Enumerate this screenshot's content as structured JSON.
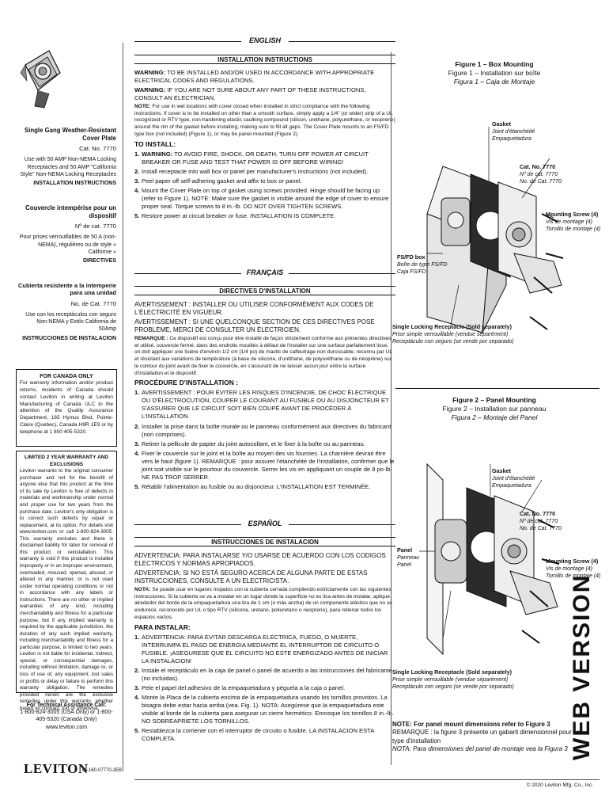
{
  "header": {
    "english": "ENGLISH",
    "francais": "FRANÇAIS",
    "espanol": "ESPAÑOL"
  },
  "english": {
    "title": "INSTALLATION INSTRUCTIONS",
    "w1_label": "WARNING:",
    "w1_text": "TO BE INSTALLED AND/OR USED IN ACCORDANCE WITH APPROPRIATE ELECTRICAL CODES AND REGULATIONS.",
    "w2_label": "WARNING:",
    "w2_text": "IF YOU ARE NOT SURE ABOUT ANY PART OF THESE INSTRUCTIONS, CONSULT AN ELECTRICIAN.",
    "note_label": "NOTE:",
    "note_text": "For use in wet locations with cover closed when installed in strict compliance with the following instructions. If cover is to be installed on other than a smooth surface, simply apply a 1/4\" (or wider) strip of a UL recognized or RTV type, non-hardening elastic caulking compound (silicon, urethane, polyurethane, or neoprene) around the rim of the gasket before installing, making sure to fill all gaps. The Cover Plate mounts to an FS/FD type box (not included) (Figure 1), or may be panel mounted (Figure 2).",
    "to_install": "TO INSTALL:",
    "s1_n": "1.",
    "s1_label": "WARNING:",
    "s1_text": "TO AVOID FIRE, SHOCK, OR DEATH; TURN OFF POWER AT CIRCUIT BREAKER OR FUSE AND TEST THAT POWER IS OFF BEFORE WIRING!",
    "s2_n": "2.",
    "s2_text": "Install receptacle into wall box or panel per manufacturer's instructions (not included).",
    "s3_n": "3.",
    "s3_text": "Peel paper off self-adhering gasket and affix to box or panel.",
    "s4_n": "4.",
    "s4_text": "Mount the Cover Plate on top of gasket using screws provided. Hinge should be facing up (refer to Figure 1). NOTE: Make sure the gasket is visible around the edge of cover to ensure proper seal. Torque screws to 8 in.-lb. DO NOT OVER TIGHTEN SCREWS.",
    "s5_n": "5.",
    "s5_text": "Restore power at circuit breaker or fuse. INSTALLATION IS COMPLETE."
  },
  "french": {
    "title": "DIRECTIVES D'INSTALLATION",
    "a1": "AVERTISSEMENT : INSTALLER OU UTILISER CONFORMÉMENT AUX CODES DE L'ÉLECTRICITÉ EN VIGUEUR.",
    "a2": "AVERTISSEMENT : SI UNE QUELCONQUE SECTION DE CES DIRECTIVES POSE PROBLÈME, MERCI DE CONSULTER UN ÉLECTRICIEN.",
    "rem_label": "REMARQUE :",
    "rem_text": "Ce dispositif est conçu pour être installé de façon strictement conforme aux présentes directives et utilisé, couvercle fermé, dans des endroits mouillés à défaut de l'installer sur une surface parfaitement lisse, on doit appliquer une lisière d'environ 1/2 cm (1/4 po) de mastic de calfeutrage non durcissable, reconnu par UL et résistant aux variations de température (à base de silicone, d'uréthane, de polyuréthane ou de néoprène) sur le contour du joint avant de fixer le couvercle, en s'assurant de ne laisser aucun jour entre la surface d'installation et le dispositif.",
    "proc": "PROCÉDURE D'INSTALLATION :",
    "s1_n": "1.",
    "s1_text": "AVERTISSEMENT : POUR ÉVITER LES RISQUES D'INCENDIE, DE CHOC ÉLECTRIQUE OU D'ÉLECTROCUTION, COUPER LE COURANT AU FUSIBLE OU AU DISJONCTEUR ET S'ASSURER QUE LE CIRCUIT SOIT BIEN COUPÉ AVANT DE PROCÉDER À L'INSTALLATION.",
    "s2_n": "2.",
    "s2_text": "Installer la prise dans la boîte murale ou le panneau conformément aux directives du fabricant (non comprises).",
    "s3_n": "3.",
    "s3_text": "Retirer la pellicule de papier du joint autocollant, et le fixer à la boîte ou au panneau.",
    "s4_n": "4.",
    "s4_text": "Fixer le couvercle sur le joint et la boîte au moyen des vis fournies. La charnière devrait être vers le haut (figure 1). REMARQUE : pour assurer l'étanchéité de l'installation, confirmer que le joint soit visible sur le pourtour du couvercle. Serrer les vis en appliquant un couple de 8 po-lb. NE PAS TROP SERRER.",
    "s5_n": "5.",
    "s5_text": "Rétablir l'alimentation au fusible ou au disjoncteur. L'INSTALLATION EST TERMINÉE."
  },
  "spanish": {
    "title": "INSTRUCCIONES DE INSTALACION",
    "a1": "ADVERTENCIA: PARA INSTALARSE Y/O USARSE DE ACUERDO CON LOS CODIGOS ELECTRICOS Y NORMAS APROPIADOS.",
    "a2": "ADVERTENCIA: SI NO ESTÁ SEGURO ACERCA DE ALGUNA PARTE DE ESTAS INSTRUCCIONES, CONSULTE A UN ELECTRICISTA.",
    "nota_label": "NOTA:",
    "nota_text": "Se puede usar en lugares mojados con la cubierta cerrada cumpliendo estrictamente con las siguientes instrucciones. Si la cubierta se va a instalar en un lugar donde la superficie no es lisa antes de instalar, aplique alrededor del borde de la empaquetadura una tira de 1 cm (o más ancha) de un componente elástico que no se endurece, reconocido por UL o tipo RTV (silicona, uretano, poliuretano o neopreno), para rellenar todos los espacios vacíos.",
    "para": "PARA INSTALAR:",
    "s1_n": "1.",
    "s1_text": "ADVERTENCIA: PARA EVITAR DESCARGA ELECTRICA, FUEGO, O MUERTE, INTERRUMPA EL PASO DE ENERGIA MEDIANTE EL INTERRUPTOR DE CIRCUITO O FUSIBLE. ¡ASEGURESE QUE EL CIRCUITO NO ESTE ENERGIZADO ANTES DE INICIAR LA INSTALACION!",
    "s2_n": "2.",
    "s2_text": "Instale el receptáculo en la caja de panel o panel de acuerdo a las instrucciones del fabricante (no incluidas).",
    "s3_n": "3.",
    "s3_text": "Pele el papel del adhesivo de la empaquetadura y péguela a la caja o panel.",
    "s4_n": "4.",
    "s4_text": "Monte la Placa de la cubierta encima de la empaquetadura usando los tornillos provistos. La bisagra debe estar hacia arriba (vea. Fig. 1). NOTA: Asegúrese que la empaquetadura este visible al borde de la cubierta para asegurar un cierre hermético. Enrosque los tornillos 8 in.-lb. NO SOBREAPRIETE LOS TORNILLOS.",
    "s5_n": "5.",
    "s5_text": "Restablezca la corriente con el interruptor de circuito o fusible. LA INSTALACION ESTA COMPLETA."
  },
  "left": {
    "en_title": "Single Gang Weather-Resistant Cover Plate",
    "en_cat": "Cat. No. 7770",
    "en_use": "Use with 50 AMP Non-NEMA Locking Receptacles and 50 AMP \"California Style\" Non-NEMA Locking Receptacles",
    "en_inst": "INSTALLATION INSTRUCTIONS",
    "fr_title": "Couvercle intempérise pour un dispositif",
    "fr_cat": "Nº de cat. 7770",
    "fr_use": "Pour prises verrouillables de 50 A (non-NEMA), réguliéres ou de style « Californie »",
    "fr_inst": "DIRECTIVES",
    "es_title": "Cubierta resistente a la intemperie para una unidad",
    "es_cat": "No. de Cat. 7770",
    "es_use": "Use con los receptáculos con seguro Non-NEMA y Estilo California de 50Amp",
    "es_inst": "INSTRUCCIONES DE INSTALACION",
    "canada_title": "FOR CANADA ONLY",
    "canada_text": "For warranty information and/or product returns, residents of Canada should contact Leviton in writing at Leviton Manufacturing of Canada ULC to the attention of the Quality Assurance Department, 165 Hymus Blvd, Pointe-Claire (Quebec), Canada H9R 1E9 or by telephone at 1 800 405-5320.",
    "warranty_title": "LIMITED 2 YEAR WARRANTY AND EXCLUSIONS",
    "warranty_text": "Leviton warrants to the original consumer purchaser and not for the benefit of anyone else that this product at the time of its sale by Leviton is free of defects in materials and workmanship under normal and proper use for two years from the purchase date. Leviton's only obligation is to correct such defects by repair or replacement, at its option. For details visit www.leviton.com or call 1-800-824-3005. This warranty excludes and there is disclaimed liability for labor for removal of this product or reinstallation. This warranty is void if this product is installed improperly or in an improper environment, overloaded, misused, opened, abused, or altered in any manner, or is not used under normal operating conditions or not in accordance with any labels or instructions. There are no other or implied warranties of any kind, including merchantability and fitness for a particular purpose, but if any implied warranty is required by the applicable jurisdiction, the duration of any such implied warranty, including merchantability and fitness for a particular purpose, is limited to two years. Leviton is not liable for incidental, indirect, special, or consequential damages, including without limitation, damage to, or loss of use of, any equipment, lost sales or profits or delay or failure to perform this warranty obligation. The remedies provided herein are the exclusive remedies under this warranty, whether based on contract, tort or otherwise.",
    "tech_title": "For Technical Assistance Call:",
    "tech_text": "1-800-824-3005 (USA Only) or 1-800-405-5320 (Canada Only) www.leviton.com",
    "logo": "LEVITON",
    "docnum": "DI-160-07770-2EB"
  },
  "fig1": {
    "t1": "Figure 1 – Box Mounting",
    "t2": "Figure 1 – Installation sur boîte",
    "t3": "Figura 1 – Caja de Montaje",
    "gasket": [
      "Gasket",
      "Joint d'étanchéité",
      "Empaquetadura"
    ],
    "cat": [
      "Cat. No. 7770",
      "Nº de cat. 7770",
      "No. de Cat. 7770"
    ],
    "screw": [
      "Mounting Screw (4)",
      "Vis de montage (4)",
      "Tornillo de montaje (4)"
    ],
    "box": [
      "FS/FD box",
      "Boîte de type FS/FD",
      "Caja FS/FD"
    ],
    "recept": [
      "Single Locking Receptacle (Sold separately)",
      "Prise simple verrouillable (vendue séparément)",
      "Receptáculo con seguro (se vende por separado)"
    ]
  },
  "fig2": {
    "t1": "Figure 2 – Panel Mounting",
    "t2": "Figure 2 – Installation sur panneau",
    "t3": "Figura 2 – Montaje del Panel",
    "gasket": [
      "Gasket",
      "Joint d'étanchéité",
      "Empaquetadura"
    ],
    "cat": [
      "Cat. No. 7770",
      "Nº de cat. 7770",
      "No. de Cat. 7770"
    ],
    "screw": [
      "Mounting Screw (4)",
      "Vis de montage (4)",
      "Tornillo de montaje (4)"
    ],
    "panel": [
      "Panel",
      "Panneau",
      "Panel"
    ],
    "recept": [
      "Single Locking Receptacle (Sold separately)",
      "Prise simple verrouillable (vendue séparément)",
      "Receptáculo con seguro (se vende por separado)"
    ]
  },
  "footnote": {
    "en": "NOTE: For panel mount dimensions refer to Figure 3",
    "fr": "REMARQUE : la figure 3 présente un gabarit dimensionnel pour ce type d'installation",
    "es": "NOTA: Para dimensiones del panel de montaje vea la Figura 3"
  },
  "web_version": "WEB VERSION",
  "copyright": "© 2020 Leviton Mfg. Co., Inc."
}
